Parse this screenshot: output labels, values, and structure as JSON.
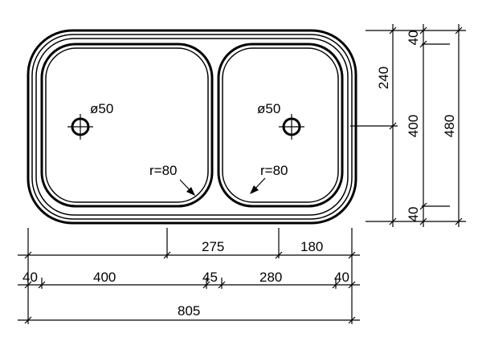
{
  "drain_holes": {
    "left": {
      "label": "ø50"
    },
    "right": {
      "label": "ø50"
    }
  },
  "radius_callouts": {
    "left": {
      "label": "r=80"
    },
    "right": {
      "label": "r=80"
    }
  },
  "horizontal_dimensions": {
    "upper_row": [
      "275",
      "180"
    ],
    "middle_row": [
      "40",
      "400",
      "45",
      "280",
      "40"
    ],
    "overall": "805"
  },
  "vertical_dimensions": {
    "inner": [
      "40",
      "240",
      "400",
      "40"
    ],
    "overall": "480"
  }
}
